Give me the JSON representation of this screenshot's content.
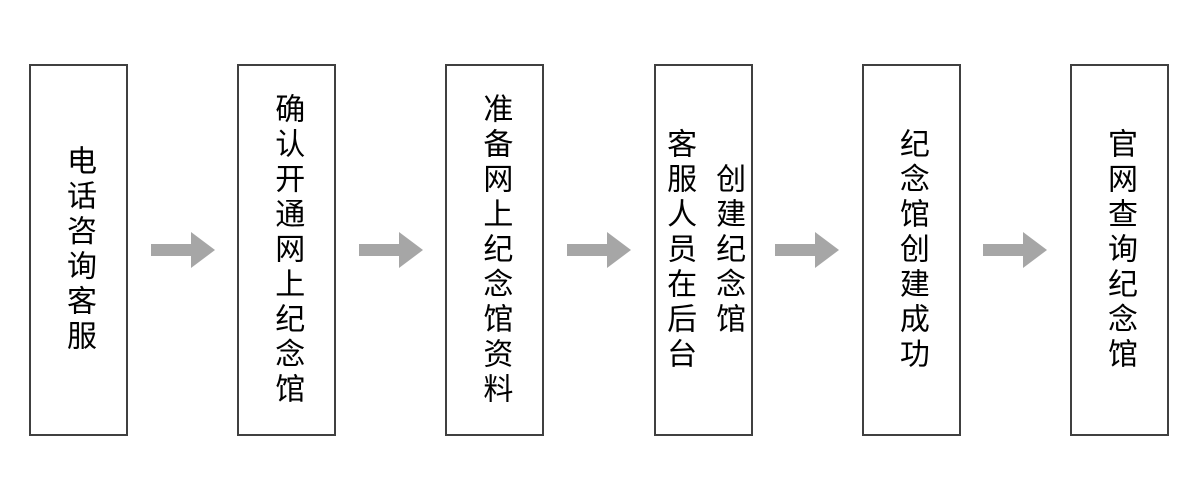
{
  "flow": {
    "steps": [
      {
        "label": "电话咨询客服",
        "columns": [
          "电话咨询客服"
        ]
      },
      {
        "label": "确认开通网上纪念馆",
        "columns": [
          "确认开通网上纪念馆"
        ]
      },
      {
        "label": "准备网上纪念馆资料",
        "columns": [
          "准备网上纪念馆资料"
        ]
      },
      {
        "label": "客服人员在后台创建纪念馆",
        "columns": [
          "客服人员在后台",
          "创建纪念馆"
        ]
      },
      {
        "label": "纪念馆创建成功",
        "columns": [
          "纪念馆创建成功"
        ]
      },
      {
        "label": "官网查询纪念馆",
        "columns": [
          "官网查询纪念馆"
        ]
      }
    ],
    "connector": {
      "direction": "right",
      "color": "#a6a6a6"
    },
    "colors": {
      "box_border": "#404040",
      "box_fill": "#ffffff",
      "text": "#000000",
      "background": "#ffffff"
    }
  }
}
